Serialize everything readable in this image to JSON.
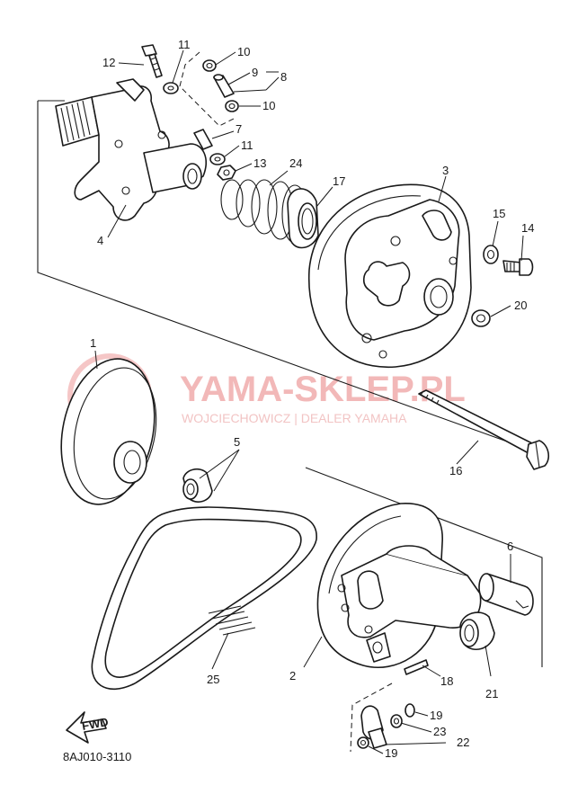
{
  "diagram": {
    "drawing_code": "8AJ010-3110",
    "fwd_label": "FWD",
    "watermark": {
      "title": "YAMA-SKLEP.PL",
      "subtitle": "WOJCIECHOWICZ | DEALER YAMAHA"
    },
    "callouts": [
      {
        "id": "c12",
        "text": "12"
      },
      {
        "id": "c11a",
        "text": "11"
      },
      {
        "id": "c10a",
        "text": "10"
      },
      {
        "id": "c9",
        "text": "9"
      },
      {
        "id": "c8",
        "text": "8"
      },
      {
        "id": "c10b",
        "text": "10"
      },
      {
        "id": "c7",
        "text": "7"
      },
      {
        "id": "c11b",
        "text": "11"
      },
      {
        "id": "c13",
        "text": "13"
      },
      {
        "id": "c24",
        "text": "24"
      },
      {
        "id": "c17",
        "text": "17"
      },
      {
        "id": "c3",
        "text": "3"
      },
      {
        "id": "c15",
        "text": "15"
      },
      {
        "id": "c14",
        "text": "14"
      },
      {
        "id": "c4",
        "text": "4"
      },
      {
        "id": "c20",
        "text": "20"
      },
      {
        "id": "c1",
        "text": "1"
      },
      {
        "id": "c5",
        "text": "5"
      },
      {
        "id": "c16",
        "text": "16"
      },
      {
        "id": "c6",
        "text": "6"
      },
      {
        "id": "c2",
        "text": "2"
      },
      {
        "id": "c25",
        "text": "25"
      },
      {
        "id": "c18",
        "text": "18"
      },
      {
        "id": "c21",
        "text": "21"
      },
      {
        "id": "c19a",
        "text": "19"
      },
      {
        "id": "c23",
        "text": "23"
      },
      {
        "id": "c22",
        "text": "22"
      },
      {
        "id": "c19b",
        "text": "19"
      }
    ]
  }
}
